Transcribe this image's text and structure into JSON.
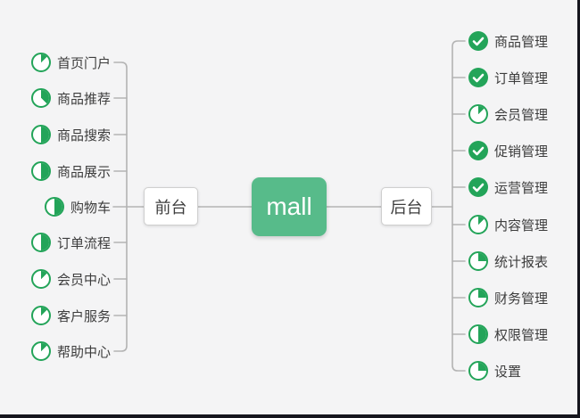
{
  "root": {
    "label": "mall"
  },
  "branches": [
    {
      "id": "frontend",
      "label": "前台",
      "side": "left",
      "items": [
        {
          "label": "首页门户",
          "progress": "1/8"
        },
        {
          "label": "商品推荐",
          "progress": "3/8"
        },
        {
          "label": "商品搜索",
          "progress": "1/2"
        },
        {
          "label": "商品展示",
          "progress": "1/2"
        },
        {
          "label": "购物车",
          "progress": "1/2"
        },
        {
          "label": "订单流程",
          "progress": "1/2"
        },
        {
          "label": "会员中心",
          "progress": "1/8"
        },
        {
          "label": "客户服务",
          "progress": "1/8"
        },
        {
          "label": "帮助中心",
          "progress": "1/8"
        }
      ]
    },
    {
      "id": "backend",
      "label": "后台",
      "side": "right",
      "items": [
        {
          "label": "商品管理",
          "progress": "done"
        },
        {
          "label": "订单管理",
          "progress": "done"
        },
        {
          "label": "会员管理",
          "progress": "1/8"
        },
        {
          "label": "促销管理",
          "progress": "done"
        },
        {
          "label": "运营管理",
          "progress": "done"
        },
        {
          "label": "内容管理",
          "progress": "1/8"
        },
        {
          "label": "统计报表",
          "progress": "1/4"
        },
        {
          "label": "财务管理",
          "progress": "1/4"
        },
        {
          "label": "权限管理",
          "progress": "1/2"
        },
        {
          "label": "设置",
          "progress": "1/4"
        }
      ]
    }
  ],
  "colors": {
    "icon_green": "#23a459",
    "root_green": "#57bb8a",
    "connector": "#b3b3b3",
    "text": "#3d3d3d",
    "background": "#f4f4f5",
    "frame_edge": "#15151d"
  }
}
